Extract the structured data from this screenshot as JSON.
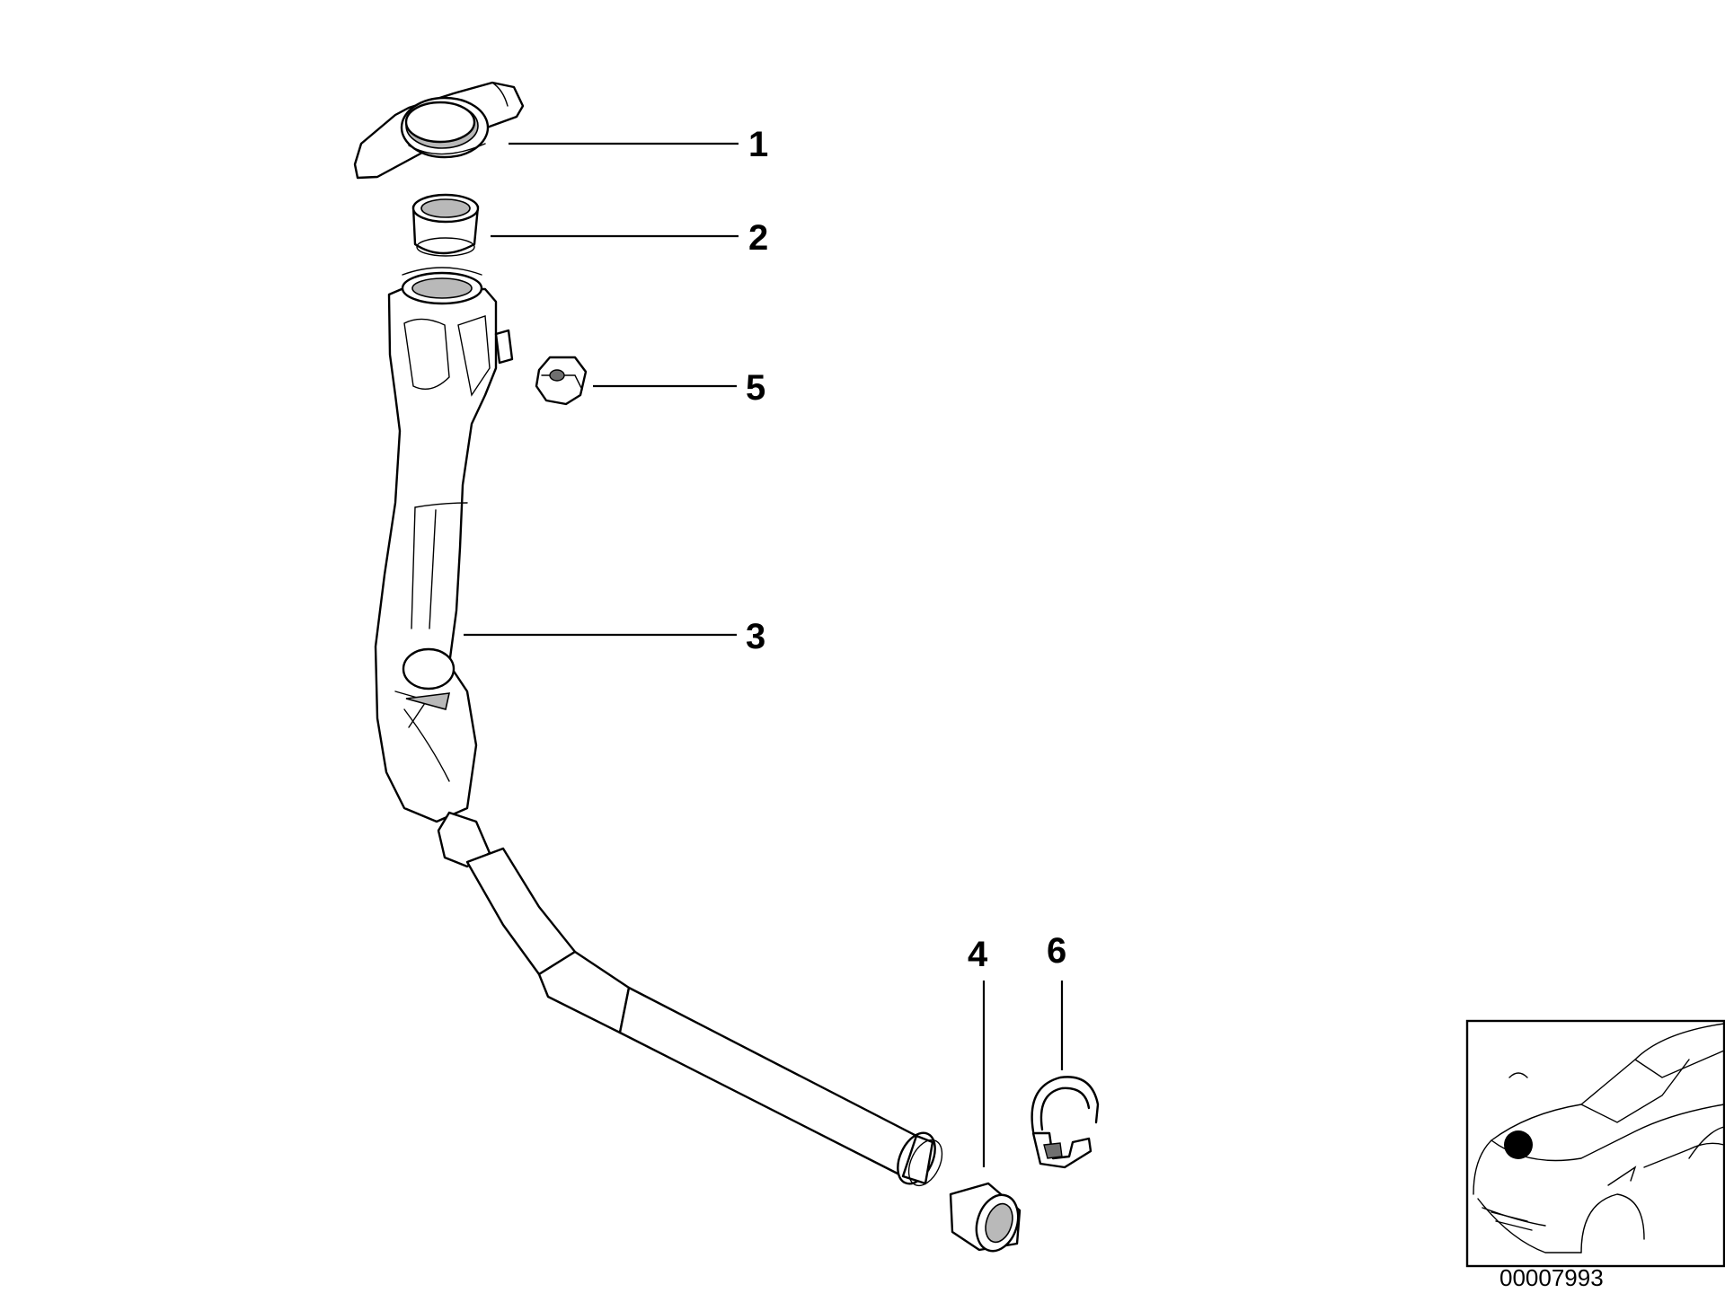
{
  "callouts": [
    {
      "id": "1",
      "label": "1"
    },
    {
      "id": "2",
      "label": "2"
    },
    {
      "id": "5",
      "label": "5"
    },
    {
      "id": "3",
      "label": "3"
    },
    {
      "id": "4",
      "label": "4"
    },
    {
      "id": "6",
      "label": "6"
    }
  ],
  "document_number": "00007993",
  "colors": {
    "line": "#000000",
    "background": "#ffffff",
    "shade": "#b9b9b9",
    "location_dot": "#000000"
  }
}
